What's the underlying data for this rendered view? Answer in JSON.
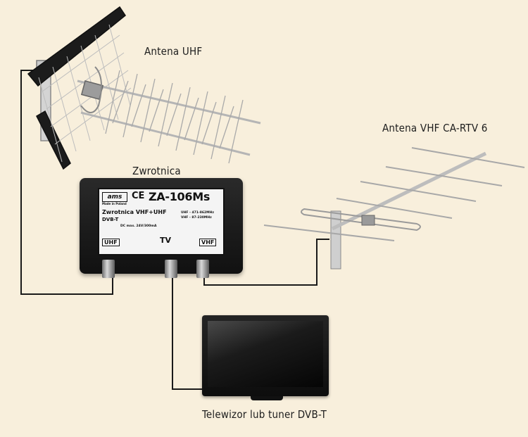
{
  "labels": {
    "uhf_antenna": "Antena UHF",
    "vhf_antenna": "Antena VHF CA-RTV 6",
    "splitter": "Zwrotnica",
    "tv": "Telewizor lub tuner DVB-T"
  },
  "splitter_panel": {
    "brand": "ams",
    "made_in": "Made in Poland",
    "ce": "CE",
    "model": "ZA-106Ms",
    "title": "Zwrotnica VHF+UHF",
    "subtitle": "DVB-T",
    "band_uhf": "UHF - 471-862MHz",
    "band_vhf": "VHF - 87-230MHz",
    "dc": "DC max. 24V/300mA",
    "port_uhf": "UHF",
    "port_tv": "TV",
    "port_vhf": "VHF"
  },
  "colors": {
    "background": "#f8efdc",
    "cable": "#1a1a1a",
    "antenna_metal": "#a8a8a8"
  }
}
